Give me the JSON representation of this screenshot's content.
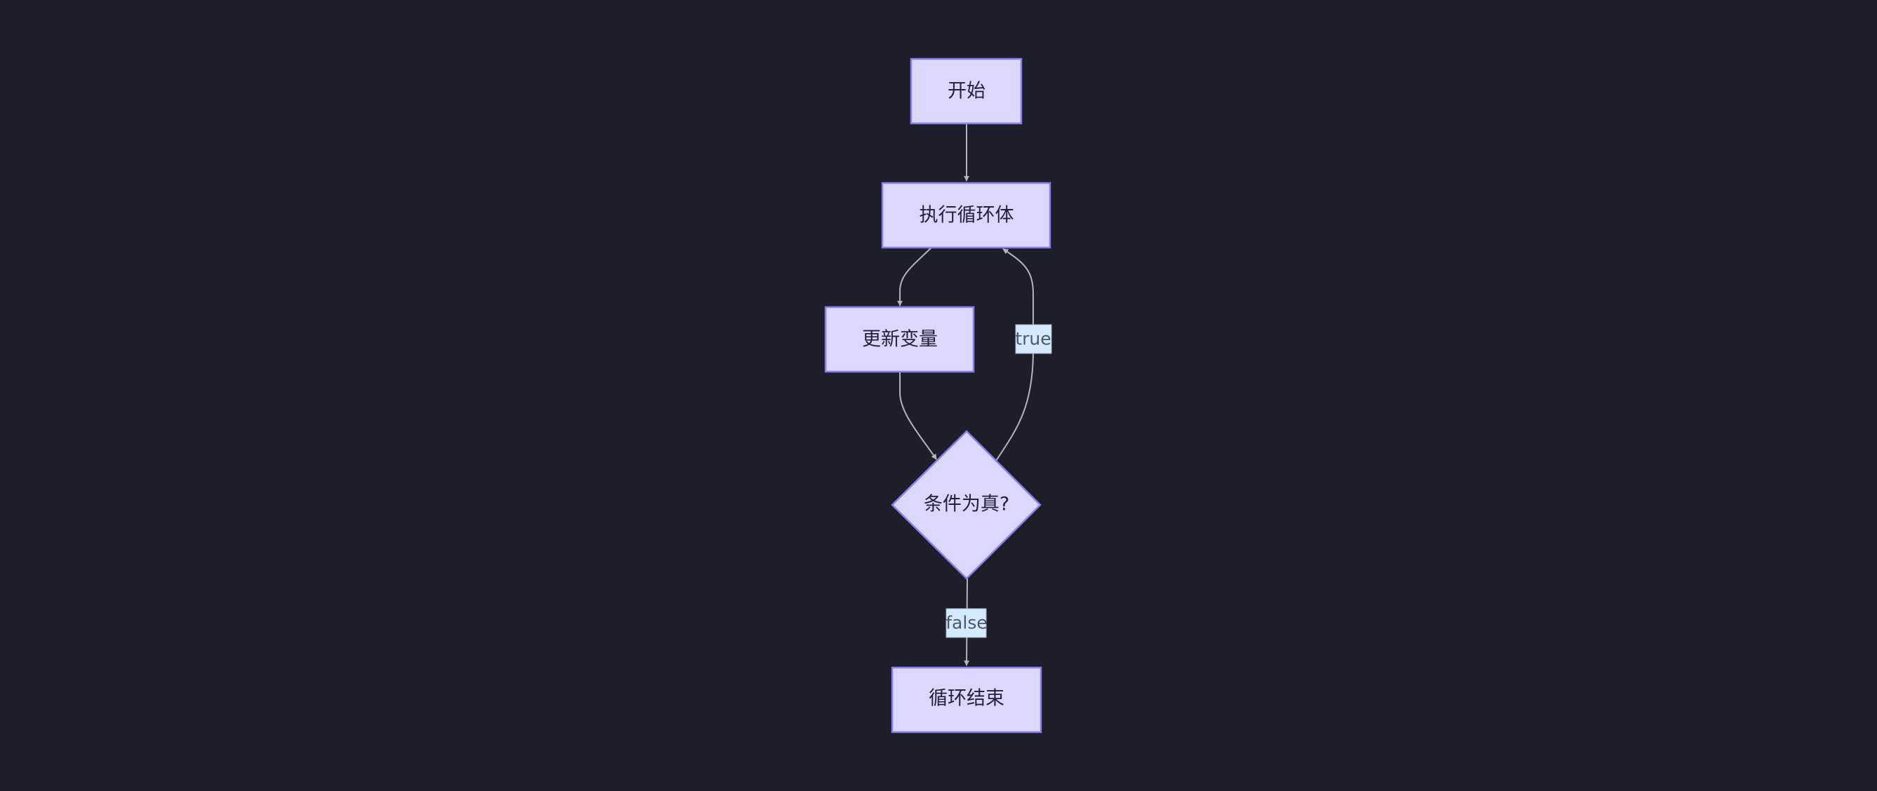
{
  "flowchart": {
    "nodes": {
      "start": "开始",
      "body": "执行循环体",
      "update": "更新变量",
      "condition": "条件为真?",
      "end": "循环结束"
    },
    "edge_labels": {
      "true": "true",
      "false": "false"
    }
  },
  "colors": {
    "background": "#1d1e29",
    "node_fill": "#dcd7fe",
    "node_stroke": "#8c7ef0",
    "edge": "#b4b4bc",
    "label_bg": "#d4ebff"
  }
}
